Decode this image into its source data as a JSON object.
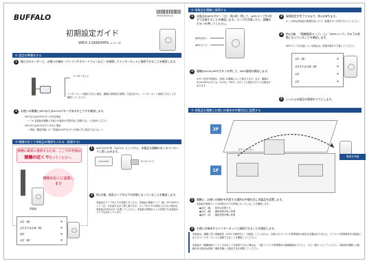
{
  "header": {
    "brand": "BUFFALO",
    "doc_no": "35021623-01",
    "title": "初期設定ガイド",
    "model": "WEX-1166DHPS",
    "model_suffix": "シリーズ"
  },
  "section1": {
    "heading": "① 設定の準備をする",
    "step1": "親となるルーターと、お使いの端末（パソコンやスマートフォンなど）を接続してインターネットに接続できることを確認します。",
    "internet_label": "インターネット",
    "note1": "インターネット接続できない場合、親機の説明書を参照して設定を行い、インターネット接続できることを確認してください。",
    "step2": "お使いの親機にWPSまたはAOSSボタンがあるかどうかを確認します。",
    "wps_yes": "WPSまたはAOSSボタンがある場合",
    "wps_yes_detail": "→「④ 本製品を親機とお使いの端末の中間付近に設置する」へお進みください。",
    "wps_no": "WPSまたはAOSSボタンがない場合",
    "wps_no_detail": "→ 別紙「補足情報」の「本製品のWPSボタンを使わずに設定するには」へ"
  },
  "section3": {
    "heading": "③ 親機の近くで本製品の電源を入れる（起動する）",
    "hint_line1": "親機に確実に接続するため、ここでの手順は",
    "hint_emphasis": "親機の近くで",
    "hint_line2": "行ってください。",
    "bubble": "親機の近くに設置します",
    "product_label": "本製品",
    "step1": "AUTO/OFFを「AUTO」にしてから、本製品を親機の近くのコンセントに差し込みます。",
    "switch_label": "AUTO/OFF",
    "outlet_label": "コンセントへ",
    "step2": "約1分後、前面ランプが以下の状態になっていることを確認します。",
    "step2_detail": "本製品のランプが以下の状態になったら、本製品の電源ランプ（緑）がPOWERランプ（白）が点滅するまで押し続けます。ランプが以下の状態にならない場合は、本製品のWPSボタンを押してください。本製品の電源が入った状態でも本製品のランプは点灯しています。",
    "lamps": [
      "点灯（緑）",
      "点灯または点滅（緑）",
      "消灯",
      "点灯（緑）"
    ]
  },
  "section2": {
    "heading": "② 本製品を親機に接続する",
    "step1": "本製品のWPSボタン（ひ）（約2秒）押して、WPSランプが1秒ずつ点滅することを確認します。ランプが点滅したら、親機のボタンを押してください。",
    "wps_button_label": "WPSボタン",
    "wps_lamp_label": "WPSランプ",
    "step2": "親機のAOSS/WPSボタンを押して、WPS接続を開始します。",
    "step2_detail": "ボタンを押す時間は、お使いの親機によって異なります。なお、親機のAOSS/WPSボタンは「AOSS」「WPS」ボタンとも表記されている場合があります。",
    "step3": "接続設定が完了するまで、約2分待ちます。",
    "step3_detail": "※ この間は本製品の電源を抜いたり、各種ボタンを押さないでください。",
    "step4": "約2分後、「親機接続ランプ」（上）「WPSランプ」が以下の状態になっていることを確認します。",
    "step4_detail": "WPSランプが点滅している場合は、再度手順をやり直してください。",
    "lamps": [
      "点灯（緑）",
      "点灯または点滅（緑）",
      "点灯",
      "点灯"
    ],
    "step5": "いったん本製品の電源をオフにします。"
  },
  "section4": {
    "heading": "④ 本製品を親機とお使いの端末の中間付近に設置する",
    "floor_top": "2F",
    "floor_bottom": "1F",
    "smartphone_label": "スマートフォン",
    "callout": "電波を中継",
    "step1": "親機と、お使いの端末を利用する場所の中間付近に本製品を設置します。",
    "step1_detail": "本製品の電源ランプの状態が以下の状態になっていることを確認します。",
    "lamp_status": [
      "●点灯（緑）：良好な状態です。",
      "●点灯（橙）：通信状態が良い状態",
      "●点灯（赤）：通信状態が悪い状態"
    ],
    "step2": "お使いの端末からインターネットに接続できることを確認します。",
    "footer1": "本製品は、親機と同じ無線設定（SSID や暗号化キーで接続）していません。お使いのパソコンや携帯端末の設定を必要はありません。パソコンや携帯端末を本製品に近づけてインターネットに接続できることを確認してください。",
    "footer2": "本製品の「親機接続ランプ」が点灯しても接続できない場合は、一度パソコンや携帯端末の無線機能をオフにし、もう一度オンにしてください。本製品を親機との距離がある場合は別紙「補足情報」の設定方法を参照してください。"
  },
  "colors": {
    "accent_blue": "#1e4d8c",
    "hint_red": "#c0112b",
    "hint_bg": "#fdecef"
  }
}
